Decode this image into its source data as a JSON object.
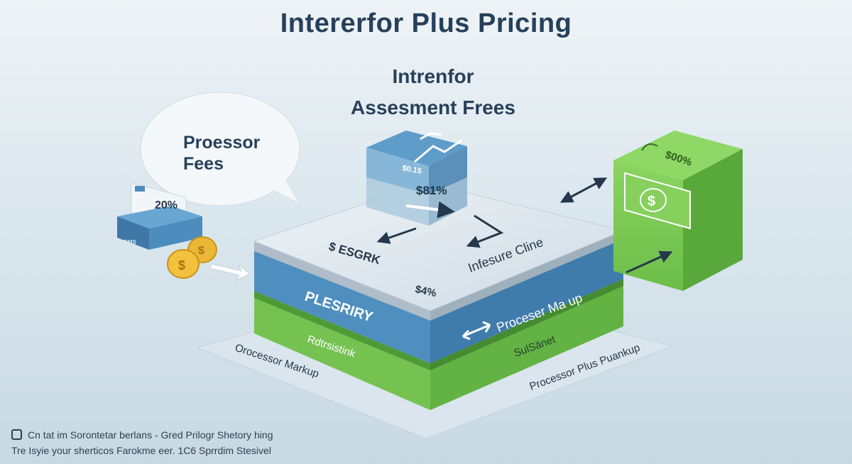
{
  "title": "Intererfor Plus Pricing",
  "assessment": {
    "line1": "Intrenfor",
    "line2": "Assesment Frees",
    "cube_small": "$0.15",
    "cube_pct": "$81%"
  },
  "bubble": {
    "line1": "Proessor",
    "line2": "Fees"
  },
  "card": {
    "pct": "20%",
    "card_text": "DMS"
  },
  "platform": {
    "top_left": "$ ESGRK",
    "top_right": "Infesure Cline",
    "top_pct": "$4%",
    "blue_left": "PLESRIRY",
    "blue_right": "Proceser Ma up",
    "green_left": "Rdtrsistink",
    "green_right": "SulSänet",
    "base_left": "Orocessor Markup",
    "base_right": "Processor Plus Puankup"
  },
  "green_box": {
    "pct": "$00%"
  },
  "footer": {
    "line1": "Cn tat im Sorontetar berlans - Gred Prilogr Shetory hing",
    "line2": "Tre Isyie your sherticos Farokme eer. 1C6 Sprrdim Stesivel"
  },
  "colors": {
    "blue": "#4c8dbd",
    "green": "#6fc04e",
    "title": "#27405a"
  }
}
